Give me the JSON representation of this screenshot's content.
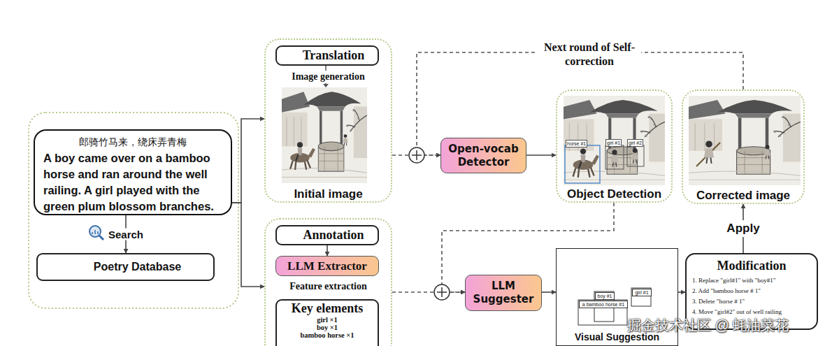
{
  "diagram": {
    "nodes": [
      {
        "text": [
          "郎骑竹马来，绕床弄青梅",
          "A boy came over on a bamboo horse and ran around the well railing. A girl played with the green plum blossom branches."
        ]
      },
      {
        "text": [
          "Poetry Database"
        ]
      },
      {
        "text": [
          "Image generation",
          "Initial image"
        ]
      },
      {
        "text": [
          "Translation"
        ],
        "in": 2
      },
      {
        "text": [
          "Feature extraction"
        ]
      },
      {
        "text": [
          "Annotation"
        ],
        "in": 4
      },
      {
        "text": [
          "LLM Extractor"
        ],
        "in": 4
      },
      {
        "text": [
          "Key elements",
          "girl ×1",
          "boy ×1",
          "bamboo horse ×1"
        ],
        "in": 4
      },
      {
        "text": [
          "Open-vocab Detector"
        ]
      },
      {
        "text": [
          "Object Detection"
        ]
      },
      {
        "text": [
          "Corrected image"
        ]
      },
      {
        "text": [
          "LLM Suggester"
        ]
      },
      {
        "text": [
          "Visual Suggestion"
        ]
      },
      {
        "text": [
          "boy #1"
        ],
        "in": 12
      },
      {
        "text": [
          "a bamboo horse #1"
        ],
        "in": 12
      },
      {
        "text": [
          "girl #1"
        ],
        "in": 12
      },
      {
        "text": [
          "Modification",
          "1. Replace \"girl#1\" with \"boy#1\"",
          "2. Add \"bamboo horse # 1\"",
          "3. Delete \"horse # 1\"",
          "4. Move \"girl#2\" out of well railing"
        ]
      }
    ],
    "edges": [
      {
        "from": 0,
        "to": 1,
        "label": "Search",
        "arrow": "to"
      },
      {
        "from": 0,
        "to": 2,
        "arrow": "to"
      },
      {
        "from": 0,
        "to": 4,
        "arrow": "to"
      },
      {
        "from": 5,
        "to": 6,
        "arrow": "to"
      },
      {
        "from": 2,
        "to": 8,
        "arrow": "to"
      },
      {
        "from": 10,
        "to": 8,
        "label": "Next round of Self-correction",
        "arrow": "to"
      },
      {
        "from": 8,
        "to": 9,
        "arrow": "to"
      },
      {
        "from": 9,
        "to": 11,
        "arrow": "to"
      },
      {
        "from": 4,
        "to": 11,
        "arrow": "to"
      },
      {
        "from": 11,
        "to": 12,
        "arrow": "to"
      },
      {
        "from": 12,
        "to": 16,
        "arrow": "to"
      },
      {
        "from": 16,
        "to": 10,
        "label": "Apply",
        "arrow": "to"
      }
    ],
    "labels": [
      "horse #1",
      "girl #1",
      "girl #2",
      "掘金技术社区 @ 蚝油菜花"
    ]
  }
}
